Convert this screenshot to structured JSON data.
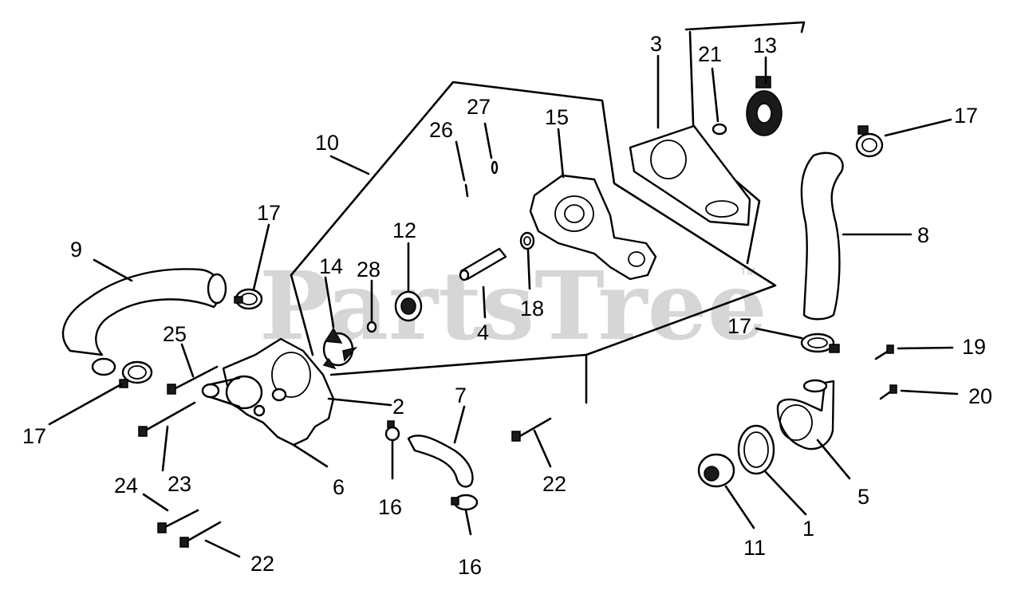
{
  "watermark": {
    "text": "PartsTree",
    "trademark": "TM"
  },
  "labels": {
    "p1": "1",
    "p2": "2",
    "p3": "3",
    "p4": "4",
    "p5": "5",
    "p6": "6",
    "p7": "7",
    "p8": "8",
    "p9": "9",
    "p10": "10",
    "p11": "11",
    "p12": "12",
    "p13": "13",
    "p14": "14",
    "p15": "15",
    "p16a": "16",
    "p16b": "16",
    "p17a": "17",
    "p17b": "17",
    "p17c": "17",
    "p17d": "17",
    "p18": "18",
    "p19": "19",
    "p20": "20",
    "p21": "21",
    "p22a": "22",
    "p22b": "22",
    "p23": "23",
    "p24": "24",
    "p25": "25",
    "p26": "26",
    "p27": "27",
    "p28": "28"
  }
}
